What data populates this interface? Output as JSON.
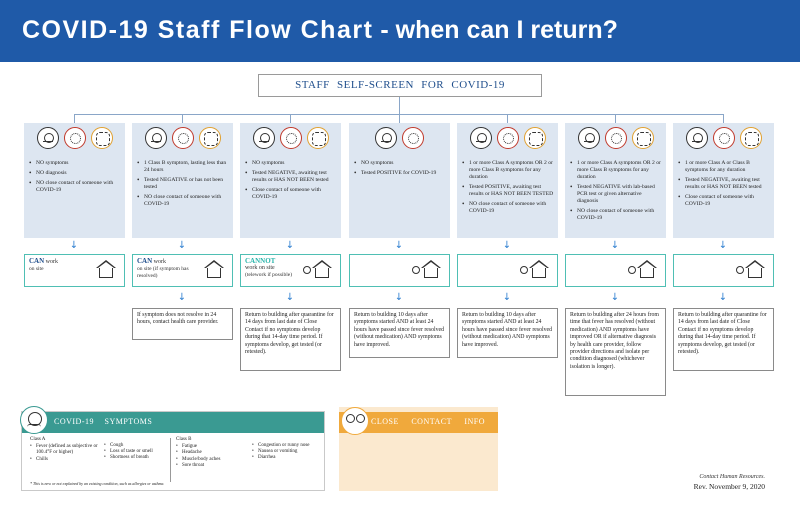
{
  "header": {
    "title_part1": "COVID-19 Staff Flow Chart",
    "title_part2": " - when can I return?"
  },
  "top_box": {
    "label": "STAFF SELF-SCREEN FOR COVID-19"
  },
  "columns": [
    {
      "items": [
        "NO symptoms",
        "NO diagnosis",
        "NO close contact of someone with COVID-19"
      ],
      "status": {
        "title": "CAN",
        "text": "work",
        "sub": "on site"
      },
      "note": ""
    },
    {
      "items": [
        "1 Class B symptom, lasting less than 24 hours",
        "Tested NEGATIVE or has not been tested",
        "NO close contact of someone with COVID-19"
      ],
      "status": {
        "title": "CAN",
        "text": "work",
        "sub": "on site (if symptom has resolved)"
      },
      "note": "If symptom does not resolve in 24 hours, contact health care provider."
    },
    {
      "items": [
        "NO symptoms",
        "Tested NEGATIVE, awaiting test results or HAS NOT BEEN tested",
        "Close contact of someone with COVID-19"
      ],
      "status": {
        "title": "CANNOT",
        "text": "work on site",
        "sub": "(telework if possible)"
      },
      "note": "Return to building after quarantine for 14 days from last date of Close Contact if no symptoms develop during that 14-day time period. If symptoms develop, get tested (or retested)."
    },
    {
      "items": [
        "NO symptoms",
        "Tested POSITIVE for COVID-19"
      ],
      "status": {
        "title": "",
        "text": "",
        "sub": ""
      },
      "note": "Return to building 10 days after symptoms started AND at least 24 hours have passed since fever resolved (without medication) AND symptoms have improved."
    },
    {
      "items": [
        "1 or more Class A symptoms OR 2 or more Class B symptoms for any duration",
        "Tested POSITIVE, awaiting test results or HAS NOT BEEN TESTED",
        "NO close contact of someone with COVID-19"
      ],
      "status": {
        "title": "",
        "text": "",
        "sub": ""
      },
      "note": "Return to building 10 days after symptoms started AND at least 24 hours have passed since fever resolved (without medication) AND symptoms have improved."
    },
    {
      "items": [
        "1 or more Class A symptoms OR 2 or more Class B symptoms for any duration",
        "Tested NEGATIVE with lab-based PCR test or given alternative diagnosis",
        "NO close contact of someone with COVID-19"
      ],
      "status": {
        "title": "",
        "text": "",
        "sub": ""
      },
      "note": "Return to building after 24 hours from time that fever has resolved (without medication) AND symptoms have improved OR if alternative diagnosis by health care provider, follow provider directions and isolate per condition diagnosed (whichever isolation is longer)."
    },
    {
      "items": [
        "1 or more Class A or Class B symptoms for any duration",
        "Tested NEGATIVE, awaiting test results or HAS NOT BEEN tested",
        "Close contact of someone with COVID-19"
      ],
      "status": {
        "title": "",
        "text": "",
        "sub": ""
      },
      "note": "Return to building after quarantine for 14 days from last date of Close Contact if no symptoms develop during that 14-day time period. If symptoms develop, get tested (or retested)."
    }
  ],
  "symptoms": {
    "title": "COVID-19 SYMPTOMS",
    "class_a": {
      "label": "Class A",
      "items": [
        "Fever (defined as subjective or 100.4°F or higher)",
        "Chills"
      ]
    },
    "class_a2": {
      "items": [
        "Cough",
        "Loss of taste or smell",
        "Shortness of breath"
      ]
    },
    "class_b": {
      "label": "Class B",
      "items": [
        "Fatigue",
        "Headache",
        "Muscle/body aches",
        "Sore throat"
      ]
    },
    "class_b2": {
      "items": [
        "Congestion or runny nose",
        "Nausea or vomiting",
        "Diarrhea"
      ]
    },
    "footnote": "* This is new or not explained by an existing condition, such as allergies or asthma."
  },
  "close_contact": {
    "title": "CLOSE CONTACT INFO"
  },
  "footer": {
    "credit": "Contact Human Resources.",
    "rev": "Rev. November 9, 2020"
  }
}
